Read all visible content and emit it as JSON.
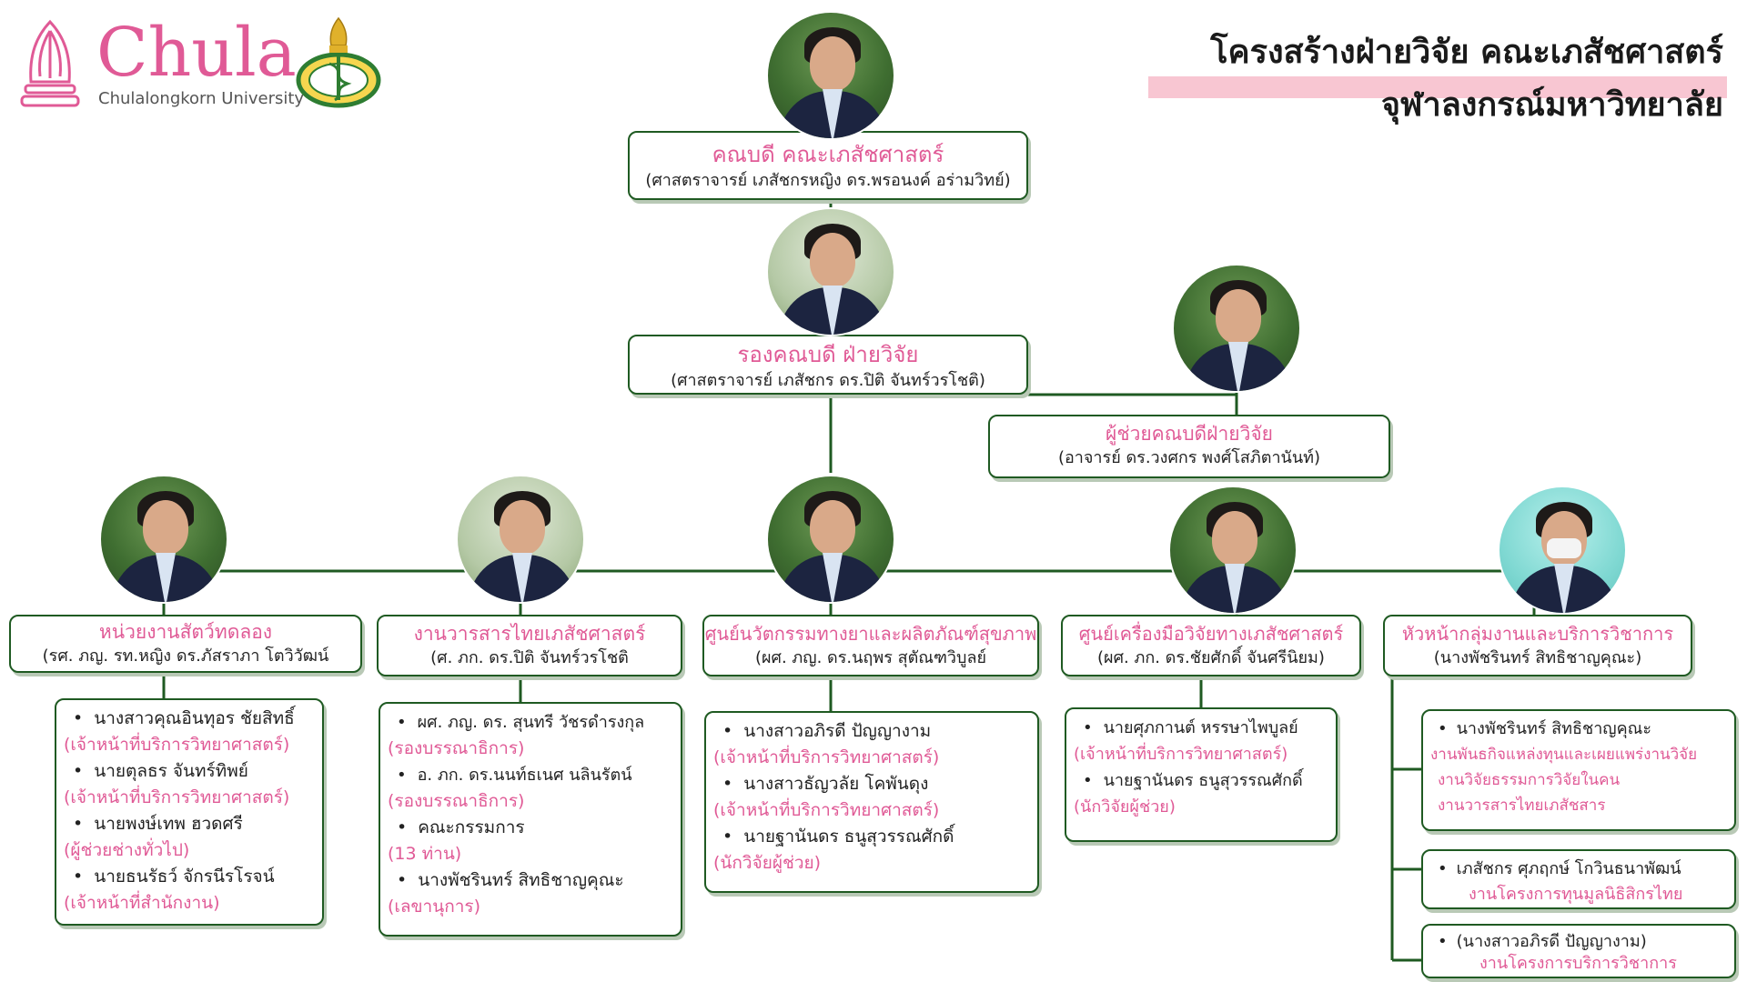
{
  "header": {
    "title_line1": "โครงสร้างฝ่ายวิจัย คณะเภสัชศาสตร์",
    "title_line2": "จุฬาลงกรณ์มหาวิทยาลัย",
    "logo_word": "Chula",
    "logo_sub": "Chulalongkorn University",
    "brand_pink": "#e05a96",
    "line_green": "#1f5a22",
    "band_pink": "#f8c6d2"
  },
  "dean": {
    "title": "คณบดี คณะเภสัชศาสตร์",
    "name": "(ศาสตราจารย์ เภสัชกรหญิง ดร.พรอนงค์ อร่ามวิทย์)"
  },
  "vice_dean": {
    "title": "รองคณบดี ฝ่ายวิจัย",
    "name": "(ศาสตราจารย์ เภสัชกร ดร.ปิติ จันทร์วรโชติ)"
  },
  "assistant_dean": {
    "title": "ผู้ช่วยคณบดีฝ่ายวิจัย",
    "name": "(อาจารย์ ดร.วงศกร พงศ์โสภิตานันท์)"
  },
  "units": [
    {
      "title": "หน่วยงานสัตว์ทดลอง",
      "name": "(รศ. ภญ. รท.หญิง ดร.ภัสราภา โตวิวัฒน์",
      "members": [
        {
          "name": "นางสาวคุณอินทุอร ชัยสิทธิ์",
          "role": "(เจ้าหน้าที่บริการวิทยาศาสตร์)"
        },
        {
          "name": "นายตุลธร จันทร์ทิพย์",
          "role": "(เจ้าหน้าที่บริการวิทยาศาสตร์)"
        },
        {
          "name": "นายพงษ์เทพ ฮวดศรี",
          "role": "(ผู้ช่วยช่างทั่วไป)"
        },
        {
          "name": "นายธนรัธว์ จักรนีรโรจน์",
          "role": "(เจ้าหน้าที่สำนักงาน)"
        }
      ]
    },
    {
      "title": "งานวารสารไทยเภสัชศาสตร์",
      "name": "(ศ. ภก. ดร.ปิติ จันทร์วรโชติ",
      "members": [
        {
          "name": "ผศ. ภญ. ดร. สุนทรี วัชรดำรงกุล",
          "role": "(รองบรรณาธิการ)"
        },
        {
          "name": "อ. ภก. ดร.นนท์ธเนศ นลินรัตน์",
          "role": "(รองบรรณาธิการ)"
        },
        {
          "name": "คณะกรรมการ",
          "role": "(13 ท่าน)"
        },
        {
          "name": "นางพัชรินทร์ สิทธิชาญคุณะ",
          "role": "(เลขานุการ)"
        }
      ]
    },
    {
      "title": "ศูนย์นวัตกรรมทางยาและผลิตภัณฑ์สุขภาพ",
      "name": "(ผศ. ภญ. ดร.นฤพร สุตัณฑวิบูลย์",
      "members": [
        {
          "name": "นางสาวอภิรดี ปัญญางาม",
          "role": "(เจ้าหน้าที่บริการวิทยาศาสตร์)"
        },
        {
          "name": "นางสาวธัญวลัย โคพันดุง",
          "role": "(เจ้าหน้าที่บริการวิทยาศาสตร์)"
        },
        {
          "name": "นายฐานันดร ธนูสุวรรณศักดิ์",
          "role": "(นักวิจัยผู้ช่วย)"
        }
      ]
    },
    {
      "title": "ศูนย์เครื่องมือวิจัยทางเภสัชศาสตร์",
      "name": "(ผศ. ภก. ดร.ชัยศักดิ์ จันศรีนิยม)",
      "members": [
        {
          "name": "นายศุภกานต์ หรรษาไพบูลย์",
          "role": "(เจ้าหน้าที่บริการวิทยาศาสตร์)"
        },
        {
          "name": "นายฐานันดร ธนูสุวรรณศักดิ์",
          "role": "(นักวิจัยผู้ช่วย)"
        }
      ]
    },
    {
      "title": "หัวหน้ากลุ่มงานและบริการวิชาการ",
      "name": "(นางพัชรินทร์ สิทธิชาญคุณะ)",
      "groups": [
        {
          "name": "นางพัชรินทร์ สิทธิชาญคุณะ",
          "roles": [
            "งานพันธกิจแหล่งทุนและเผยแพร่งานวิจัย",
            "งานวิจัยธรรมการวิจัยในคน",
            "งานวารสารไทยเภสัชสาร"
          ]
        },
        {
          "name": "เภสัชกร ศุภฤกษ์ โกวินธนาพัฒน์",
          "roles": [
            "งานโครงการทุนมูลนิธิสิกรไทย"
          ]
        },
        {
          "name": "(นางสาวอภิรดี ปัญญางาม)",
          "roles": [
            "งานโครงการบริการวิชาการ"
          ]
        }
      ]
    }
  ]
}
